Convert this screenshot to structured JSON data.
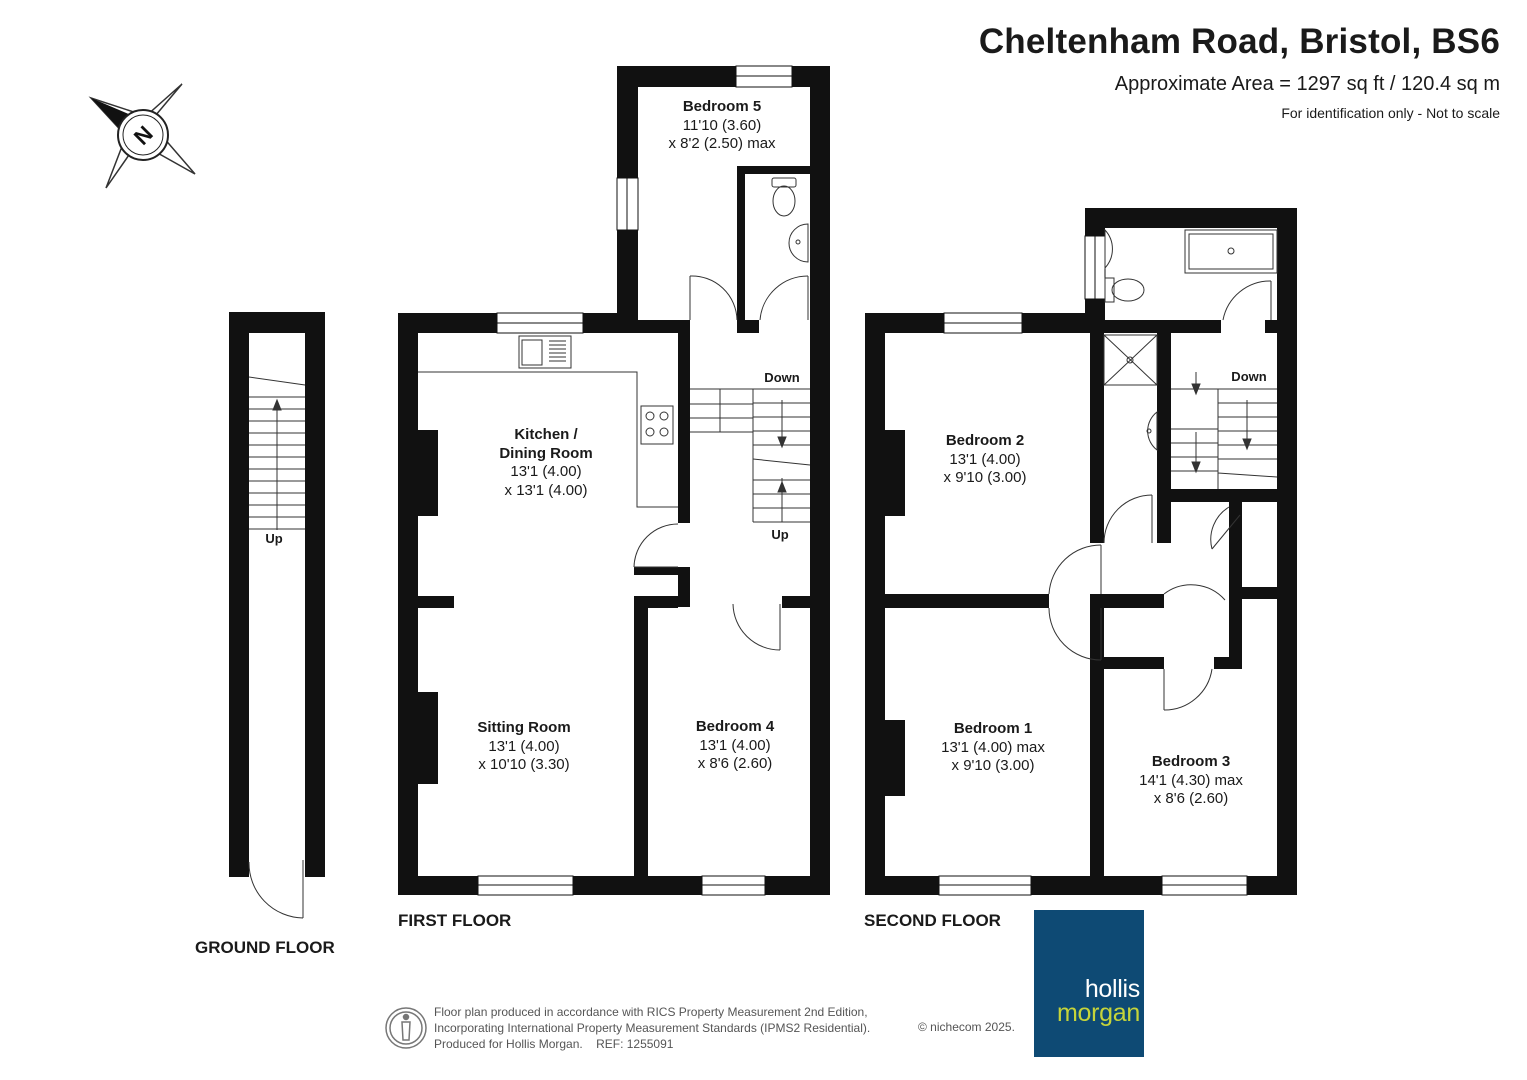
{
  "header": {
    "title": "Cheltenham Road, Bristol, BS6",
    "area": "Approximate Area = 1297 sq ft / 120.4 sq m",
    "note": "For identification only - Not to scale"
  },
  "compass": {
    "label": "N"
  },
  "floors": {
    "ground": "GROUND FLOOR",
    "first": "FIRST FLOOR",
    "second": "SECOND FLOOR"
  },
  "rooms": {
    "bedroom5": {
      "name": "Bedroom 5",
      "dim1": "11'10 (3.60)",
      "dim2": "x 8'2 (2.50) max"
    },
    "kitchen": {
      "name1": "Kitchen /",
      "name2": "Dining Room",
      "dim1": "13'1 (4.00)",
      "dim2": "x 13'1 (4.00)"
    },
    "sitting": {
      "name": "Sitting Room",
      "dim1": "13'1 (4.00)",
      "dim2": "x 10'10 (3.30)"
    },
    "bedroom4": {
      "name": "Bedroom 4",
      "dim1": "13'1 (4.00)",
      "dim2": "x 8'6 (2.60)"
    },
    "bedroom2": {
      "name": "Bedroom 2",
      "dim1": "13'1 (4.00)",
      "dim2": "x 9'10 (3.00)"
    },
    "bedroom1": {
      "name": "Bedroom 1",
      "dim1": "13'1 (4.00) max",
      "dim2": "x 9'10 (3.00)"
    },
    "bedroom3": {
      "name": "Bedroom 3",
      "dim1": "14'1 (4.30) max",
      "dim2": "x 8'6 (2.60)"
    }
  },
  "stairs": {
    "ground_up": "Up",
    "first_down": "Down",
    "first_up": "Up",
    "second_down": "Down"
  },
  "footer": {
    "line1": "Floor plan produced in accordance with RICS Property Measurement 2nd Edition,",
    "line2": "Incorporating International Property Measurement Standards (IPMS2 Residential).",
    "line3": "Produced for Hollis Morgan.    REF: 1255091",
    "copyright": "© nichecom 2025."
  },
  "logo": {
    "line1": "hollis",
    "line2": "morgan",
    "bg_color": "#0e4a74",
    "accent_color": "#c6d43a"
  }
}
